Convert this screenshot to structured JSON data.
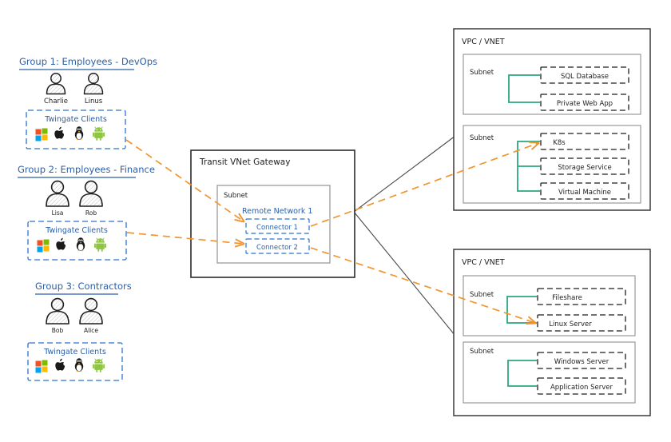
{
  "palette": {
    "blue": "#2b5fa8",
    "orange": "#f0952f",
    "green": "#2aa87f",
    "dark": "#2b2b2b",
    "gray": "#8c8c8c",
    "white": "#ffffff",
    "win_red": "#f25022",
    "win_green": "#7fba00",
    "win_blue": "#00a4ef",
    "win_yellow": "#ffb900",
    "android_green": "#8ec641",
    "apple_black": "#1a1a1a",
    "tux_yellow": "#f5b800"
  },
  "client_platforms": [
    "windows-icon",
    "apple-icon",
    "linux-icon",
    "android-icon"
  ],
  "groups": [
    {
      "id": "group-1",
      "title": "Group 1: Employees - DevOps",
      "users": [
        "Charlie",
        "Linus"
      ],
      "clients_label": "Twingate Clients"
    },
    {
      "id": "group-2",
      "title": "Group 2: Employees - Finance",
      "users": [
        "Lisa",
        "Rob"
      ],
      "clients_label": "Twingate Clients"
    },
    {
      "id": "group-3",
      "title": "Group 3: Contractors",
      "users": [
        "Bob",
        "Alice"
      ],
      "clients_label": "Twingate Clients"
    }
  ],
  "gateway": {
    "title": "Transit VNet Gateway",
    "subnet_label": "Subnet",
    "remote_network_label": "Remote Network 1",
    "connectors": [
      "Connector 1",
      "Connector 2"
    ]
  },
  "vpcs": [
    {
      "id": "vpc-top",
      "title": "VPC / VNET",
      "subnets": [
        {
          "label": "Subnet",
          "resources": [
            "SQL Database",
            "Private Web App"
          ]
        },
        {
          "label": "Subnet",
          "resources": [
            "K8s",
            "Storage Service",
            "Virtual Machine"
          ]
        }
      ]
    },
    {
      "id": "vpc-bottom",
      "title": "VPC / VNET",
      "subnets": [
        {
          "label": "Subnet",
          "resources": [
            "Fileshare",
            "Linux Server"
          ]
        },
        {
          "label": "Subnet",
          "resources": [
            "Windows Server",
            "Application Server"
          ]
        }
      ]
    }
  ]
}
